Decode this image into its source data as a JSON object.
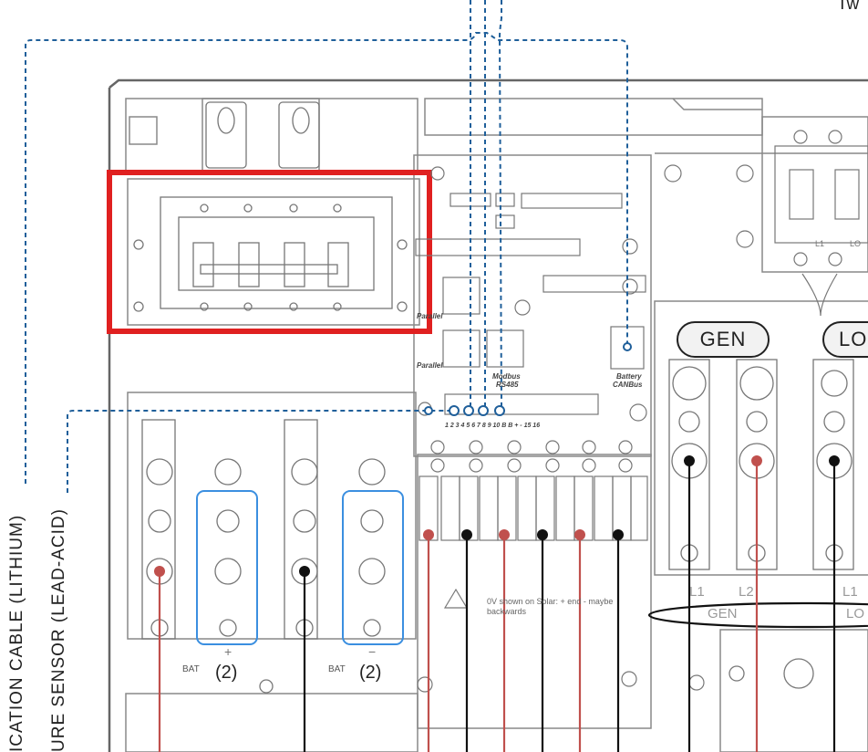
{
  "labels": {
    "top_right_fragment": "Tw",
    "comm_cable": "ICATION CABLE (LITHIUM)",
    "temp_sensor": "URE SENSOR (LEAD-ACID)",
    "gen_pill": "GEN",
    "load_pill": "LO",
    "bat_pos_count": "(2)",
    "bat_neg_count": "(2)",
    "bat_left": "BAT",
    "bat_right": "BAT",
    "plus_sign": "+",
    "minus_sign": "−",
    "parallel_1": "Parallel",
    "parallel_2": "Parallel",
    "modbus": "Modbus",
    "rs485": "RS485",
    "battery": "Battery",
    "canbus": "CANBus",
    "terminal_numbers": "1 2 3 4 5 6 7 8 9 10   B B + -  15 16",
    "warning_note_1": "0V shown on Solar: + end - maybe",
    "warning_note_2": "backwards",
    "l1_label": "L1",
    "l2_label": "L2",
    "l1_right_label": "L1",
    "gen_under": "GEN",
    "lo_under": "LO",
    "breaker_l1": "L1",
    "breaker_lo": "LO"
  },
  "colors": {
    "highlight_box": "#e02020",
    "battery_group_box": "#3b8fe0",
    "dashed_cable": "#1f5f9a",
    "positive_wire": "#c0504d",
    "negative_wire": "#111111",
    "panel_line": "#888888"
  }
}
